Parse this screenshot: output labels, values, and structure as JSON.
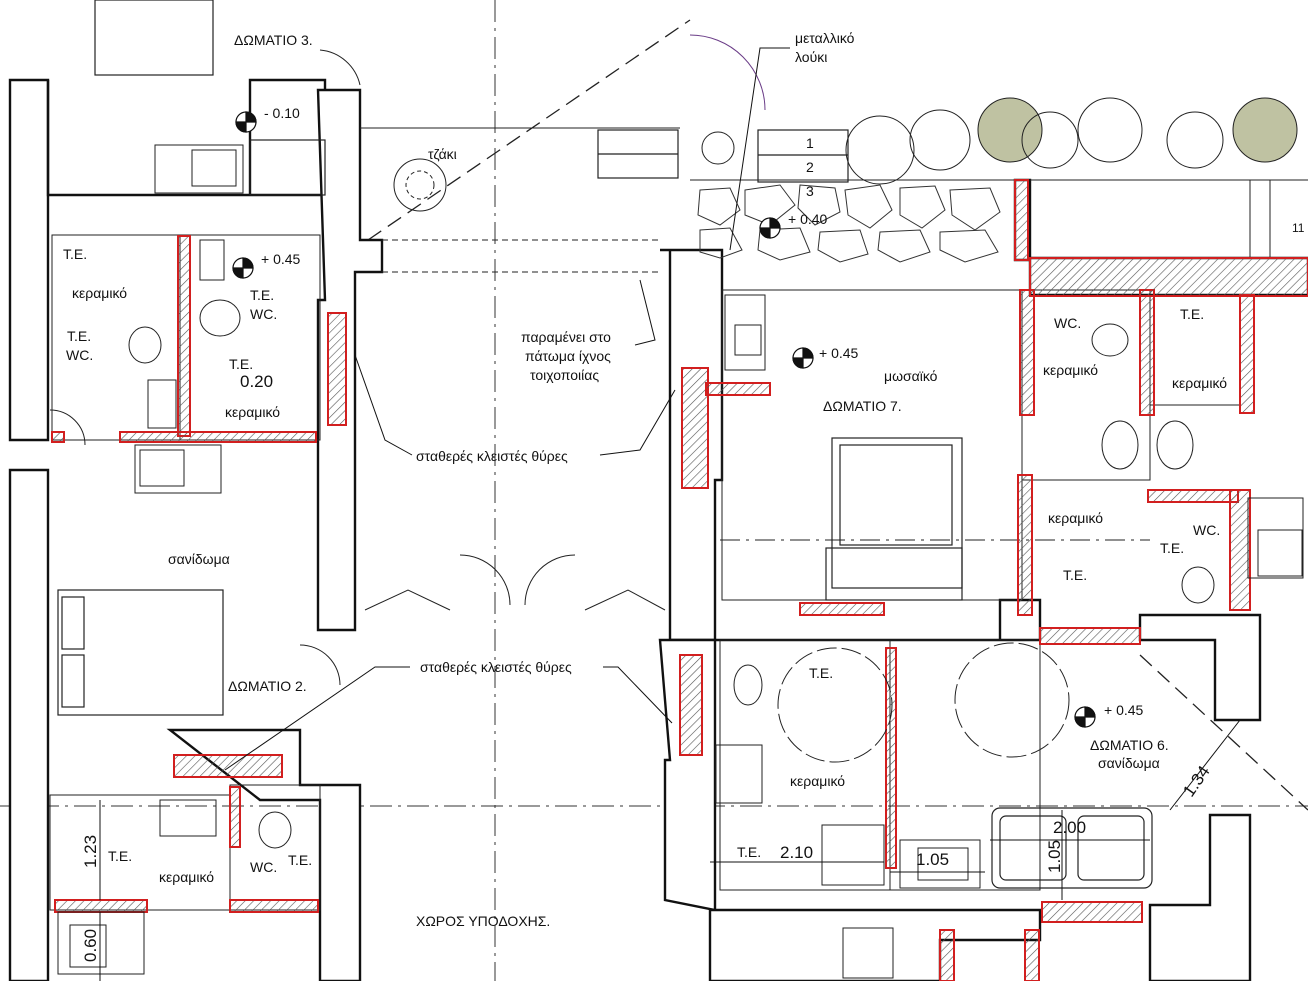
{
  "rooms": {
    "room3": "ΔΩΜΑΤΙΟ 3.",
    "room2": "ΔΩΜΑΤΙΟ 2.",
    "room7": "ΔΩΜΑΤΙΟ 7.",
    "room6": "ΔΩΜΑΤΙΟ 6.",
    "reception": "ΧΩΡΟΣ ΥΠΟΔΟΧΗΣ."
  },
  "labels": {
    "metal_gutter_1": "μεταλλικό",
    "metal_gutter_2": "λούκι",
    "fireplace": "τζάκι",
    "remains_1": "παραμένει στο",
    "remains_2": "πάτωμα ίχνος",
    "remains_3": "τοιχοποιίας",
    "fixed_doors_1": "σταθερές κλειστές θύρες",
    "fixed_doors_2": "σταθερές κλειστές θύρες",
    "mosaic": "μωσαϊκό",
    "floorboards_1": "σανίδωμα",
    "floorboards_6": "σανίδωμα",
    "ceramic": "κεραμικό",
    "te": "T.E.",
    "wc": "WC."
  },
  "levels": {
    "l1": "- 0.10",
    "l2": "+ 0.45",
    "l3": "+ 0.40",
    "l4": "+ 0.45",
    "l5": "+ 0.45"
  },
  "dims": {
    "d020": "0.20",
    "d123": "1.23",
    "d060": "0.60",
    "d210": "2.10",
    "d105a": "1.05",
    "d105b": "1.05",
    "d200": "2.00",
    "d134": "1.34",
    "d11": "11"
  },
  "stairs": [
    "1",
    "2",
    "3"
  ]
}
